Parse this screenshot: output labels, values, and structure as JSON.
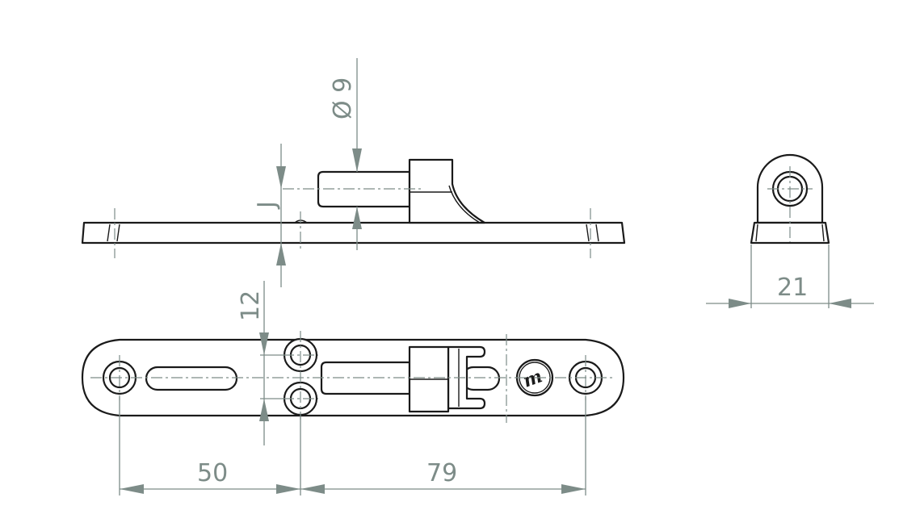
{
  "dimensions": {
    "diameter_label": "Ø 9",
    "height_label": "J",
    "offset_label": "12",
    "width_label": "21",
    "left_spacing_label": "50",
    "right_spacing_label": "79"
  },
  "logo": {
    "text": "m"
  },
  "colors": {
    "outline": "#1a1a1a",
    "dimension": "#7d8c88"
  }
}
